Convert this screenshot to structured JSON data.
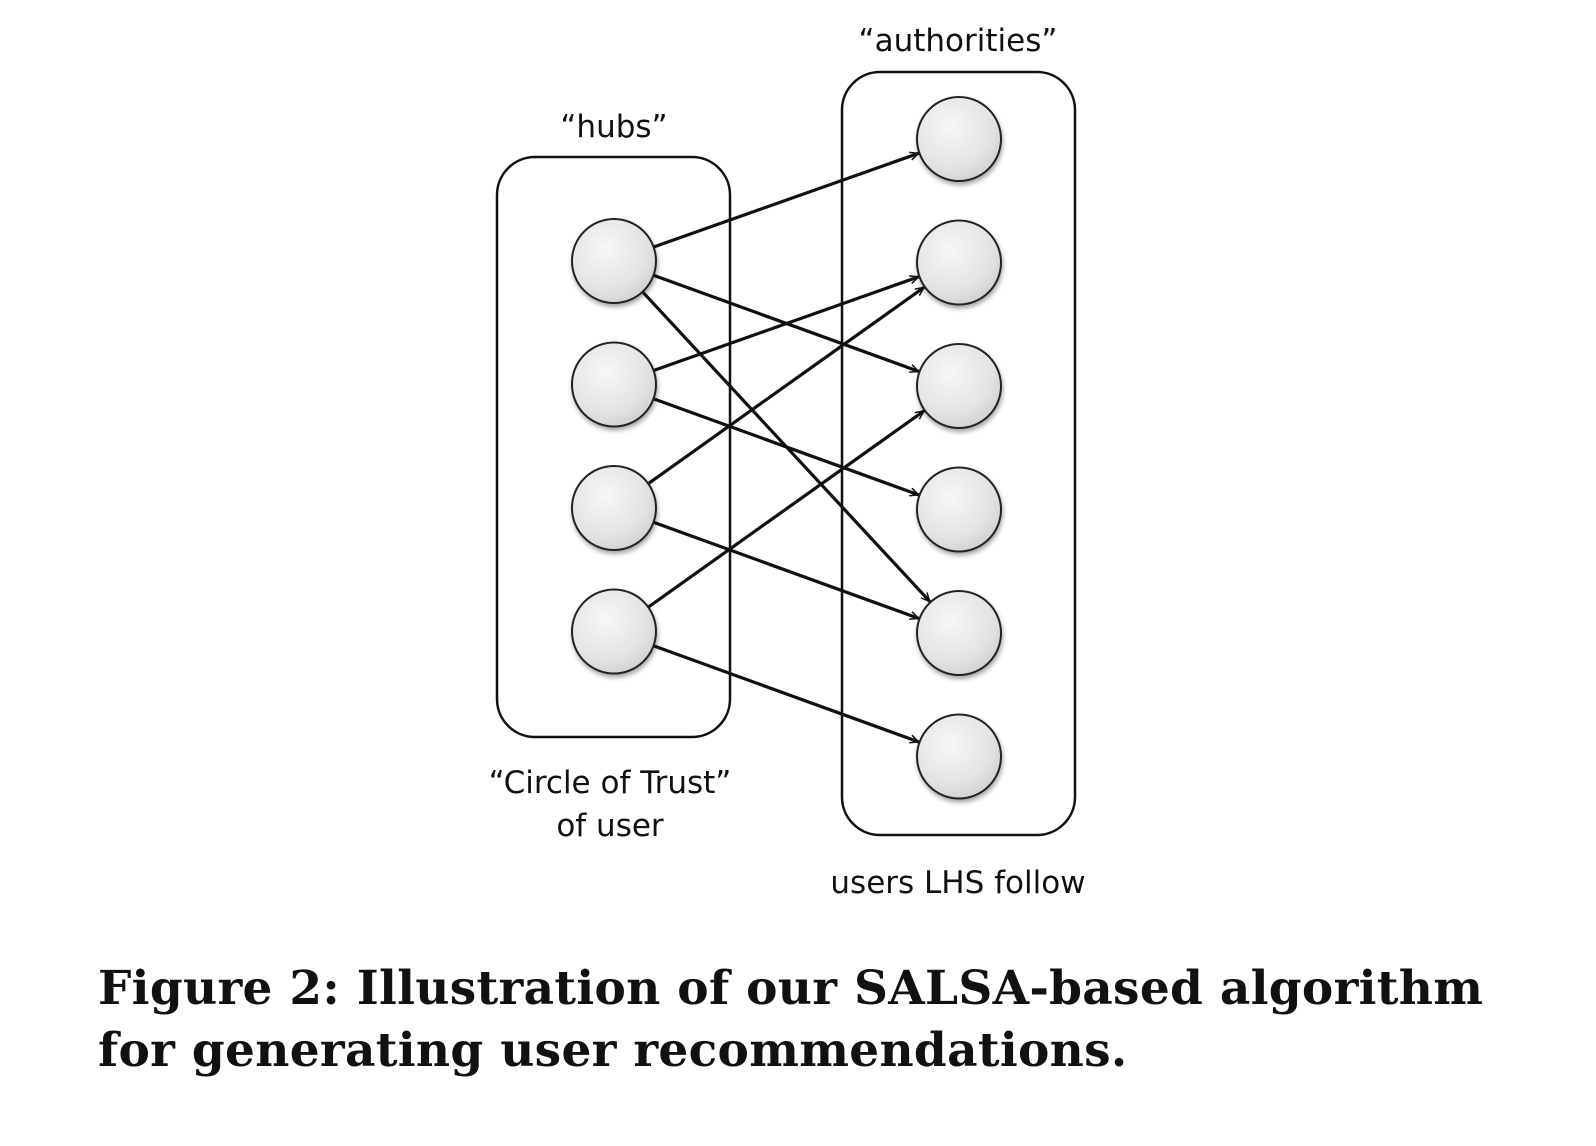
{
  "diagram": {
    "labels": {
      "hubs": "“hubs”",
      "authorities": "“authorities”",
      "circle_line1": "“Circle of Trust”",
      "circle_line2": "of user",
      "follow": "users LHS follow"
    },
    "nodes": {
      "hubs": [
        "h1",
        "h2",
        "h3",
        "h4"
      ],
      "authorities": [
        "a1",
        "a2",
        "a3",
        "a4",
        "a5",
        "a6"
      ]
    },
    "edges": [
      [
        "h1",
        "a1"
      ],
      [
        "h1",
        "a3"
      ],
      [
        "h1",
        "a5"
      ],
      [
        "h2",
        "a2"
      ],
      [
        "h2",
        "a4"
      ],
      [
        "h3",
        "a2"
      ],
      [
        "h3",
        "a5"
      ],
      [
        "h4",
        "a3"
      ],
      [
        "h4",
        "a6"
      ]
    ]
  },
  "caption": {
    "line1": "Figure 2: Illustration of our SALSA-based algorithm",
    "line2": "for generating user recommendations."
  }
}
